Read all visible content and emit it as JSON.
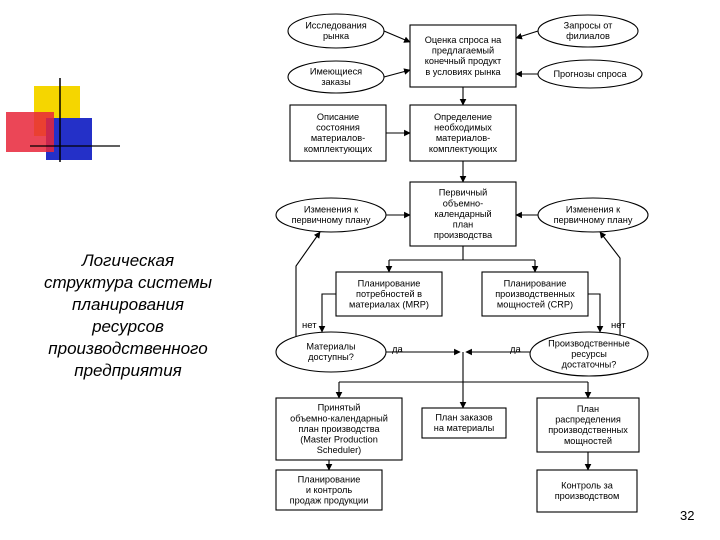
{
  "title_lines": [
    "Логическая",
    "структура системы",
    "планирования",
    "ресурсов",
    "производственного",
    "предприятия"
  ],
  "page_number": "32",
  "colors": {
    "deco_yellow": "#f5d600",
    "deco_red": "#e8263a",
    "deco_blue": "#2430c8",
    "line": "#000000"
  },
  "nodes": {
    "market_research": {
      "shape": "ellipse",
      "lines": [
        "Исследования",
        "рынка"
      ]
    },
    "branch_requests": {
      "shape": "ellipse",
      "lines": [
        "Запросы от",
        "филиалов"
      ]
    },
    "demand_estimate": {
      "shape": "rect",
      "lines": [
        "Оценка спроса на",
        "предлагаемый",
        "конечный продукт",
        "в условиях рынка"
      ]
    },
    "existing_orders": {
      "shape": "ellipse",
      "lines": [
        "Имеющиеся",
        "заказы"
      ]
    },
    "demand_forecasts": {
      "shape": "ellipse",
      "lines": [
        "Прогнозы спроса"
      ]
    },
    "materials_description": {
      "shape": "rect",
      "lines": [
        "Описание",
        "состояния",
        "материалов-",
        "комплектующих"
      ]
    },
    "materials_definition": {
      "shape": "rect",
      "lines": [
        "Определение",
        "необходимых",
        "материалов-",
        "комплектующих"
      ]
    },
    "changes_left": {
      "shape": "ellipse",
      "lines": [
        "Изменения к",
        "первичному плану"
      ]
    },
    "primary_plan": {
      "shape": "rect",
      "lines": [
        "Первичный",
        "объемно-",
        "календарный",
        "план",
        "производства"
      ]
    },
    "changes_right": {
      "shape": "ellipse",
      "lines": [
        "Изменения к",
        "первичному плану"
      ]
    },
    "mrp": {
      "shape": "rect",
      "lines": [
        "Планирование",
        "потребностей в",
        "материалах (MRP)"
      ]
    },
    "crp": {
      "shape": "rect",
      "lines": [
        "Планирование",
        "производственных",
        "мощностей (CRP)"
      ]
    },
    "materials_available": {
      "shape": "ellipse",
      "lines": [
        "Материалы",
        "доступны?"
      ]
    },
    "resources_sufficient": {
      "shape": "ellipse",
      "lines": [
        "Производственные",
        "ресурсы",
        "достаточны?"
      ]
    },
    "mps": {
      "shape": "rect",
      "lines": [
        "Принятый",
        "объемно-календарный",
        "план производства",
        "(Master Production",
        "Scheduler)"
      ]
    },
    "material_orders": {
      "shape": "rect",
      "lines": [
        "План заказов",
        "на материалы"
      ]
    },
    "capacity_plan": {
      "shape": "rect",
      "lines": [
        "План",
        "распределения",
        "производственных",
        "мощностей"
      ]
    },
    "sales_planning": {
      "shape": "rect",
      "lines": [
        "Планирование",
        "и контроль",
        "продаж продукции"
      ]
    },
    "production_control": {
      "shape": "rect",
      "lines": [
        "Контроль за",
        "производством"
      ]
    }
  },
  "edge_labels": {
    "no_left": "нет",
    "yes_left": "да",
    "yes_right": "да",
    "no_right": "нет"
  }
}
